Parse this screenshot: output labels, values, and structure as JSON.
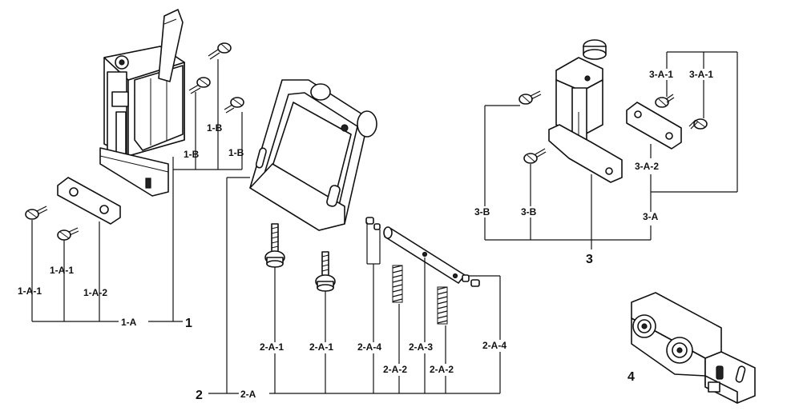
{
  "labels": {
    "g1_screw_a": "1-A-1",
    "g1_screw_b": "1-A-1",
    "g1_plate": "1-A-2",
    "g1_sub": "1-A",
    "g1_main": "1",
    "g1_b_left": "1-B",
    "g1_b_mid": "1-B",
    "g1_b_right": "1-B",
    "g2_screw_a": "2-A-1",
    "g2_screw_b": "2-A-1",
    "g2_pin_a": "2-A-4",
    "g2_spring_a": "2-A-2",
    "g2_shaft": "2-A-3",
    "g2_spring_b": "2-A-2",
    "g2_pin_b": "2-A-4",
    "g2_sub": "2-A",
    "g2_main": "2",
    "g3_screw_a": "3-A-1",
    "g3_screw_b": "3-A-1",
    "g3_plate": "3-A-2",
    "g3_sub": "3-A",
    "g3_b_left": "3-B",
    "g3_b_right": "3-B",
    "g3_main": "3",
    "g4_main": "4"
  }
}
